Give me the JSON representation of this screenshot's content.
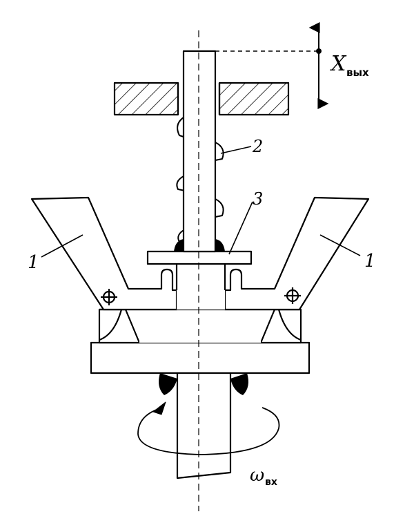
{
  "labels": {
    "weight_left": "1",
    "weight_right": "1",
    "spring": "2",
    "collar": "3",
    "x_out_symbol": "X",
    "x_out_sub": "вых",
    "omega_symbol": "ω",
    "omega_sub": "вх"
  },
  "colors": {
    "stroke": "#000000",
    "fill": "#ffffff",
    "hatch": "#000000"
  }
}
